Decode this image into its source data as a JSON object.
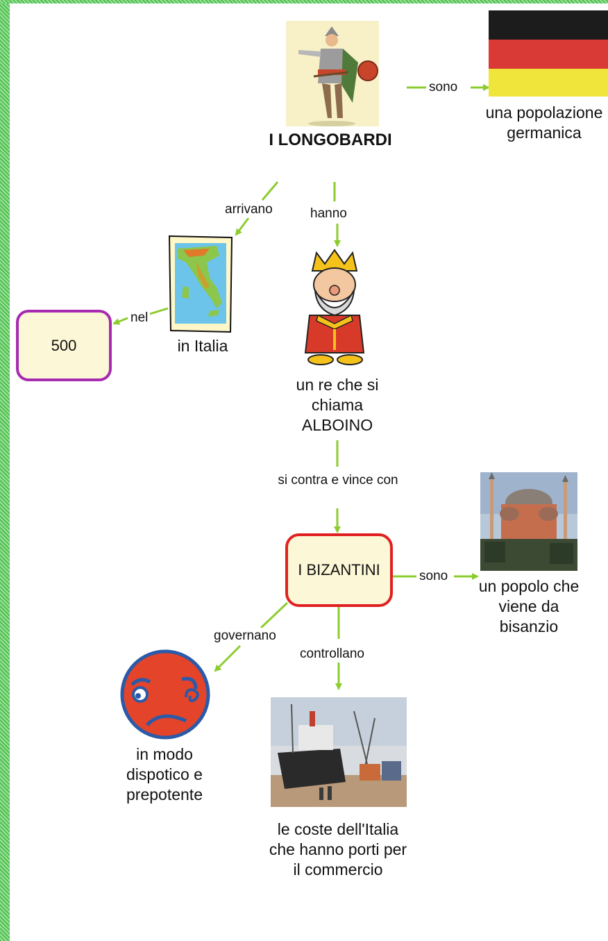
{
  "colors": {
    "border_green": "#6fd06f",
    "arrow_green": "#8ccc2e",
    "node_fill": "#fcf7d6",
    "node_500_border": "#a62bb0",
    "node_bizantini_border": "#e02020"
  },
  "nodes": {
    "longobardi": "I LONGOBARDI",
    "popolazione": "una popolazione germanica",
    "italia": "in Italia",
    "anno": "500",
    "re": "un re che si chiama ALBOINO",
    "bizantini": "I BIZANTINI",
    "popolo": "un popolo che viene da bisanzio",
    "modo": "in modo dispotico e prepotente",
    "coste": "le coste dell'Italia che hanno porti per il commercio"
  },
  "links": {
    "sono_1": "sono",
    "arrivano": "arrivano",
    "hanno": "hanno",
    "nel": "nel",
    "si_contra": "si contra e vince con",
    "sono_2": "sono",
    "governano": "governano",
    "controllano": "controllano"
  },
  "icons": {
    "warrior": "lombard-warrior-image",
    "flag": "german-flag-image",
    "map": "italy-map-image",
    "king": "king-cartoon-image",
    "hagia": "hagia-sophia-image",
    "face": "angry-face-image",
    "ships": "harbor-ships-image"
  }
}
